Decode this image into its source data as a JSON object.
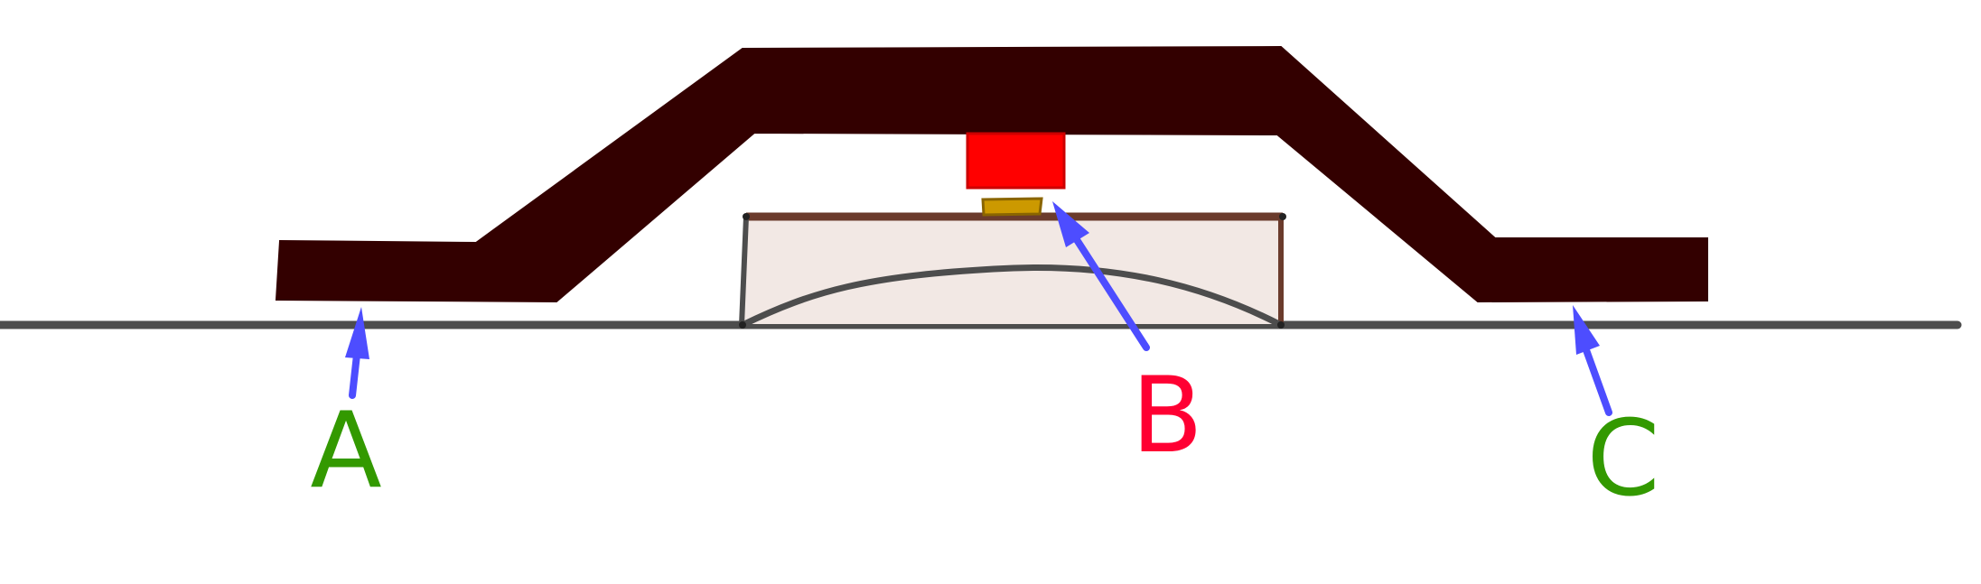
{
  "labels": {
    "a": {
      "text": "A",
      "color": "#339900"
    },
    "b": {
      "text": "B",
      "color": "#ff0033"
    },
    "c": {
      "text": "C",
      "color": "#339900"
    }
  },
  "colors": {
    "housing": "#330000",
    "ground_line": "#4d4d4d",
    "substrate_fill": "#f2e8e4",
    "substrate_edge": "#6b3b2c",
    "red_block": "#ff0000",
    "small_pad": "#cc9900",
    "arrow": "#4d4dff"
  }
}
